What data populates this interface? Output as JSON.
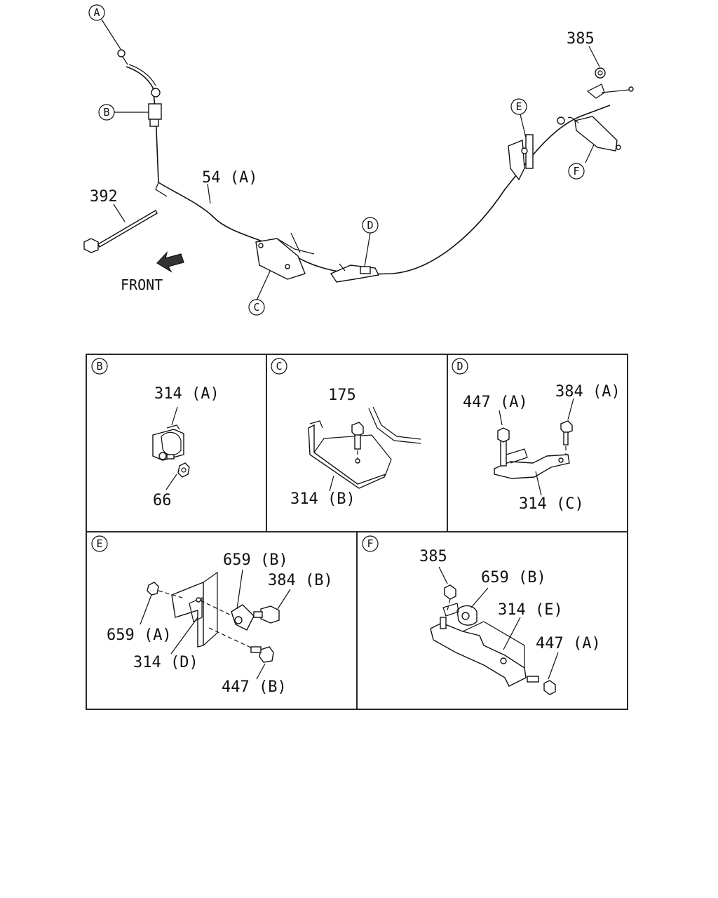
{
  "callouts": {
    "a": "A",
    "b": "B",
    "c": "C",
    "d": "D",
    "e": "E",
    "f": "F"
  },
  "overview": {
    "nut_top": "385",
    "cable": "54 (A)",
    "tie": "392",
    "front": "FRONT"
  },
  "panels": {
    "b": {
      "letter": "B",
      "bracket": "314 (A)",
      "nut": "66"
    },
    "c": {
      "letter": "C",
      "bolt": "175",
      "bracket": "314 (B)"
    },
    "d": {
      "letter": "D",
      "nut": "447 (A)",
      "bolt": "384 (A)",
      "bracket": "314 (C)"
    },
    "e": {
      "letter": "E",
      "clip_b": "659 (B)",
      "bolt_b": "384 (B)",
      "clip_a": "659 (A)",
      "bracket": "314 (D)",
      "bolt": "447 (B)"
    },
    "f": {
      "letter": "F",
      "nut": "385",
      "clip": "659 (B)",
      "bracket": "314 (E)",
      "nut_a": "447 (A)"
    }
  }
}
